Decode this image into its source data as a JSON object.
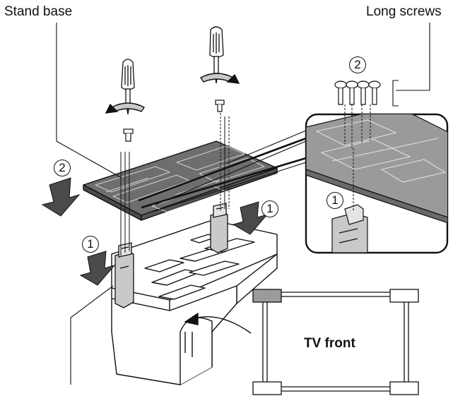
{
  "labels": {
    "stand_base": "Stand base",
    "long_screws": "Long screws",
    "tv_front": "TV front"
  },
  "steps": {
    "one": "1",
    "two": "2"
  },
  "colors": {
    "line": "#111111",
    "plate": "#6e6e6e",
    "plate_light": "#9a9a9a",
    "post": "#c9c9c9",
    "frame_fill": "#d9d9d9",
    "tab_fill": "#9b9b9b"
  }
}
